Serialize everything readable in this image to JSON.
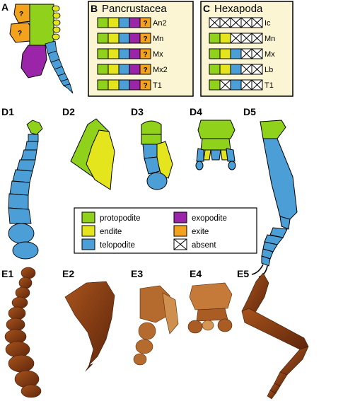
{
  "colors": {
    "protopodite": "#8fd11b",
    "endite": "#e5e51e",
    "telopodite": "#4b9fd6",
    "exopodite": "#9b25a8",
    "exite": "#f3a21e",
    "panel_bg": "#fbf5d4",
    "photo": "#8b3d14"
  },
  "panels": {
    "A": "A",
    "B": "B",
    "C": "C",
    "D1": "D1",
    "D2": "D2",
    "D3": "D3",
    "D4": "D4",
    "D5": "D5",
    "E1": "E1",
    "E2": "E2",
    "E3": "E3",
    "E4": "E4",
    "E5": "E5"
  },
  "panelA": {
    "question_mark": "?"
  },
  "panelB": {
    "title": "Pancrustacea",
    "rows": [
      {
        "label": "An2",
        "cells": [
          "protopodite",
          "endite",
          "telopodite",
          "exopodite",
          "exite"
        ],
        "exite_mark": "?"
      },
      {
        "label": "Mn",
        "cells": [
          "protopodite",
          "endite",
          "telopodite",
          "exopodite",
          "exite"
        ],
        "exite_mark": "?"
      },
      {
        "label": "Mx",
        "cells": [
          "protopodite",
          "endite",
          "telopodite",
          "exopodite",
          "exite"
        ],
        "exite_mark": "?"
      },
      {
        "label": "Mx2",
        "cells": [
          "protopodite",
          "endite",
          "telopodite",
          "exopodite",
          "exite"
        ],
        "exite_mark": "?"
      },
      {
        "label": "T1",
        "cells": [
          "protopodite",
          "endite",
          "telopodite",
          "exopodite",
          "exite"
        ],
        "exite_mark": "?"
      }
    ]
  },
  "panelC": {
    "title": "Hexapoda",
    "rows": [
      {
        "label": "Ic",
        "cells": [
          "absent",
          "absent",
          "absent",
          "absent",
          "absent"
        ]
      },
      {
        "label": "Mn",
        "cells": [
          "protopodite",
          "endite",
          "absent",
          "absent",
          "absent"
        ]
      },
      {
        "label": "Mx",
        "cells": [
          "protopodite",
          "endite",
          "telopodite",
          "absent",
          "absent"
        ]
      },
      {
        "label": "Lb",
        "cells": [
          "protopodite",
          "endite",
          "telopodite",
          "absent",
          "absent"
        ]
      },
      {
        "label": "T1",
        "cells": [
          "protopodite",
          "absent",
          "telopodite",
          "absent",
          "absent"
        ]
      }
    ]
  },
  "legend": [
    {
      "key": "protopodite",
      "label": "protopodite"
    },
    {
      "key": "exopodite",
      "label": "exopodite"
    },
    {
      "key": "endite",
      "label": "endite"
    },
    {
      "key": "exite",
      "label": "exite"
    },
    {
      "key": "telopodite",
      "label": "telopodite"
    },
    {
      "key": "absent",
      "label": "absent"
    }
  ]
}
